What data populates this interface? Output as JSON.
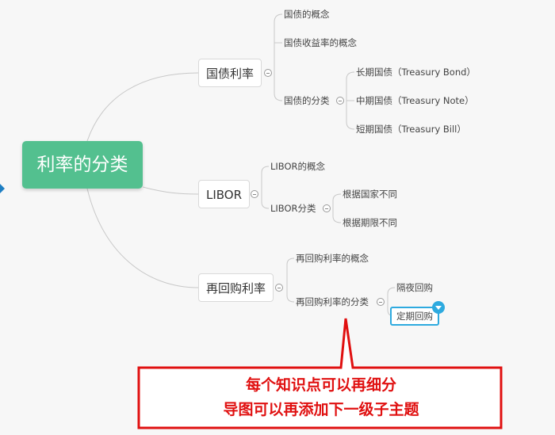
{
  "root": {
    "label": "利率的分类"
  },
  "branches": [
    {
      "label": "国债利率",
      "children": [
        {
          "label": "国债的概念"
        },
        {
          "label": "国债收益率的概念"
        },
        {
          "label": "国债的分类",
          "children": [
            {
              "label": "长期国债（Treasury Bond）"
            },
            {
              "label": "中期国债（Treasury Note）"
            },
            {
              "label": "短期国债（Treasury Bill）"
            }
          ]
        }
      ]
    },
    {
      "label": "LIBOR",
      "children": [
        {
          "label": "LIBOR的概念"
        },
        {
          "label": "LIBOR分类",
          "children": [
            {
              "label": "根据国家不同"
            },
            {
              "label": "根据期限不同"
            }
          ]
        }
      ]
    },
    {
      "label": "再回购利率",
      "children": [
        {
          "label": "再回购利率的概念"
        },
        {
          "label": "再回购利率的分类",
          "children": [
            {
              "label": "隔夜回购"
            },
            {
              "label": "定期回购",
              "selected": true
            }
          ]
        }
      ]
    }
  ],
  "callout": {
    "line1": "每个知识点可以再细分",
    "line2": "导图可以再添加下一级子主题"
  },
  "colors": {
    "root_fill": "#53c08f",
    "connector": "#c8c8c8",
    "selection": "#2eaadf",
    "callout_red": "#e01010"
  }
}
